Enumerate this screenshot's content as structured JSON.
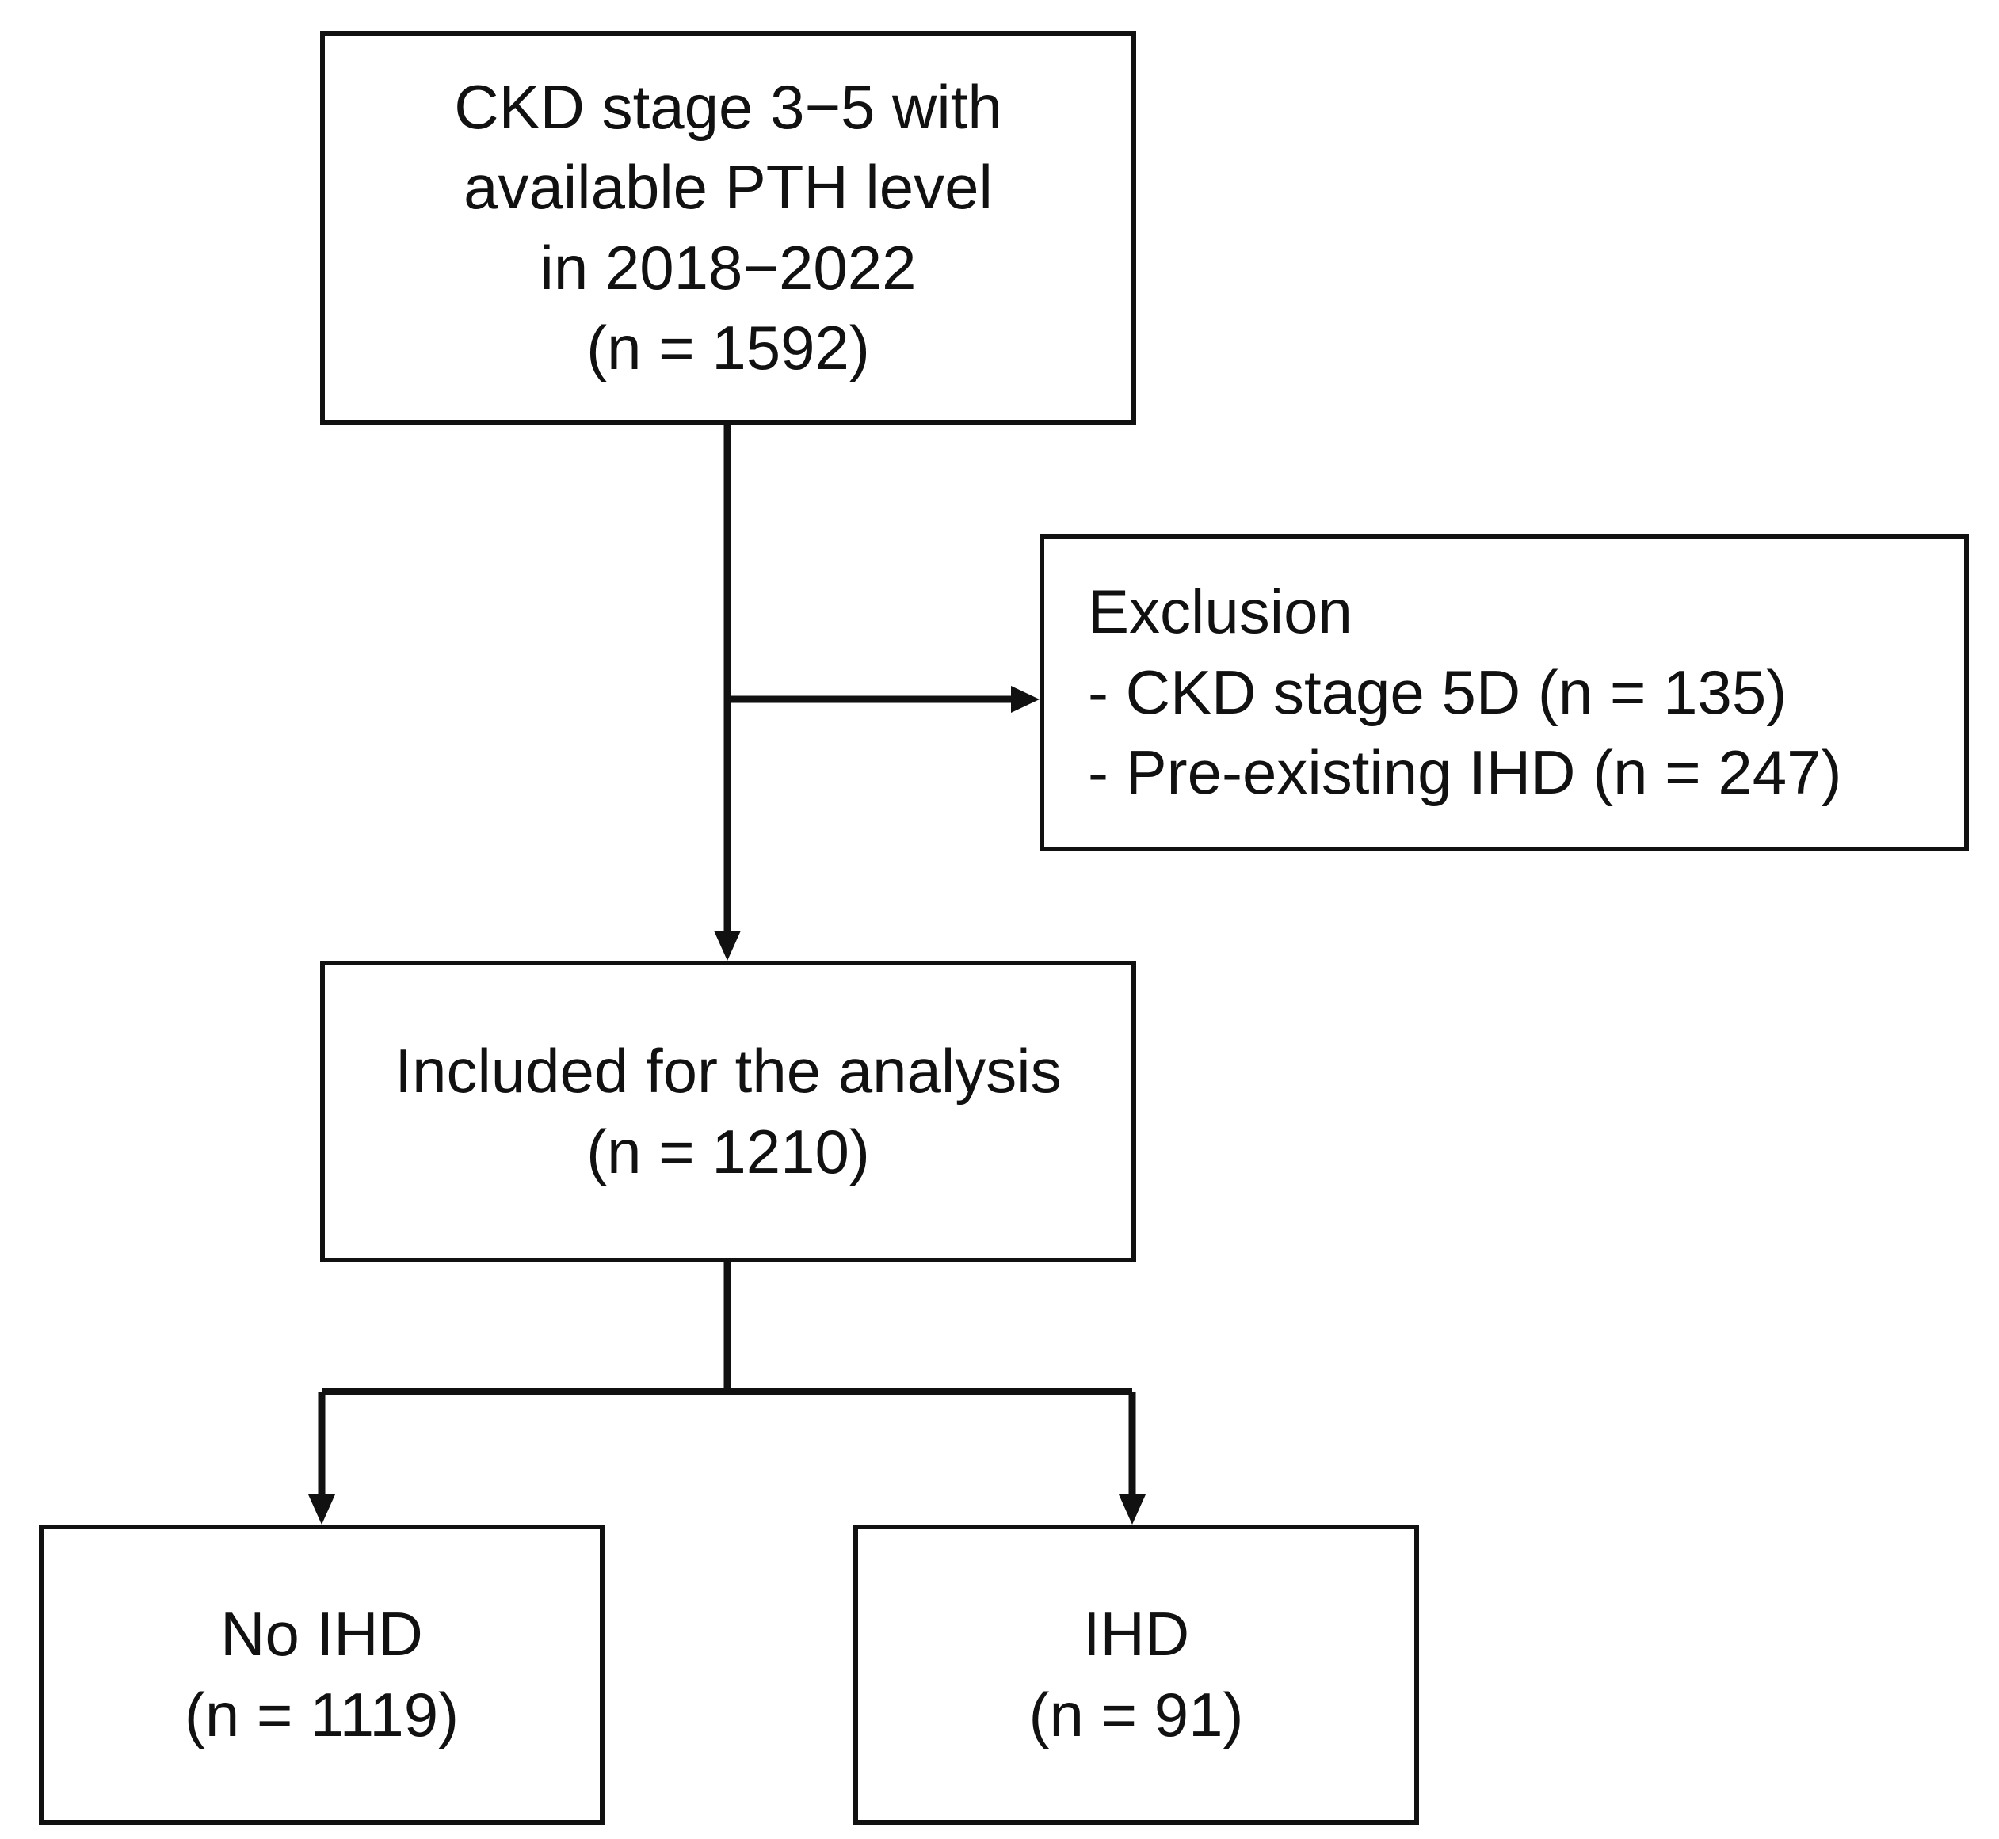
{
  "flowchart": {
    "source": {
      "lines": [
        "CKD stage 3−5 with",
        "available PTH level",
        "in 2018−2022",
        "(n = 1592)"
      ]
    },
    "exclusion": {
      "lines": [
        "Exclusion",
        "- CKD stage 5D (n = 135)",
        "- Pre-existing IHD (n = 247)"
      ]
    },
    "included": {
      "lines": [
        "Included for the analysis",
        "(n = 1210)"
      ]
    },
    "no_ihd": {
      "lines": [
        "No IHD",
        "(n = 1119)"
      ]
    },
    "ihd": {
      "lines": [
        "IHD",
        "(n = 91)"
      ]
    }
  },
  "colors": {
    "stroke": "#111111",
    "background": "#ffffff"
  }
}
